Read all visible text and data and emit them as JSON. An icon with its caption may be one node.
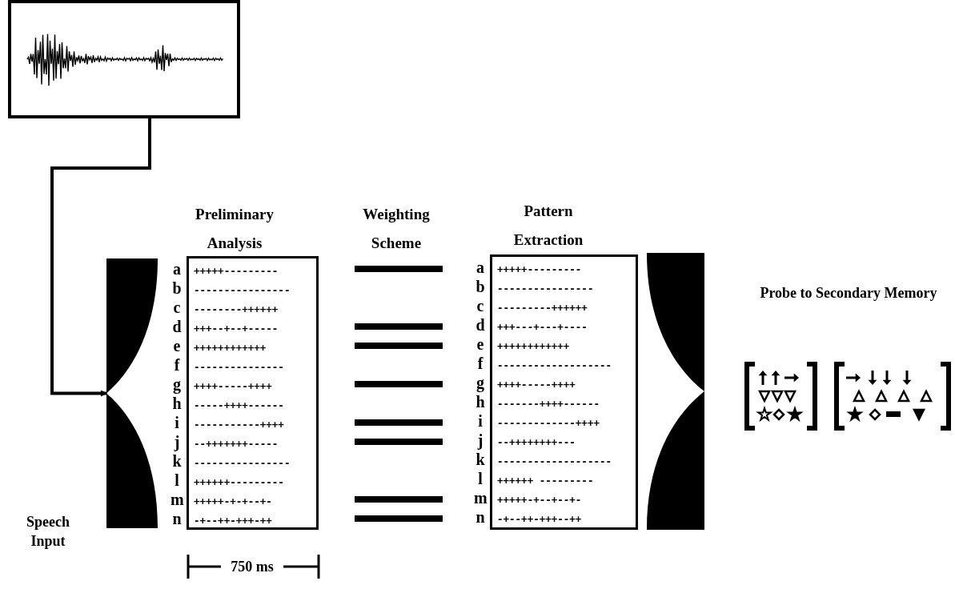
{
  "diagram": {
    "nodes": [
      {
        "text": [],
        "shape": "picture"
      },
      {
        "text": [],
        "shape": "picture"
      },
      {
        "text": [
          "Preliminary Analysis",
          "+++++---------",
          "----------------",
          "--------++++++",
          "+++--+--+-----",
          "++++++++++++",
          "---------------",
          "++++-----++++",
          "-----++++------",
          "-----------++++",
          "--+++++++-----",
          "----------------",
          "++++++---------",
          "+++++-+-+--+-",
          "-+--++-+++-++"
        ],
        "beside": [
          "a",
          "b",
          "c",
          "d",
          "e",
          "f",
          "g",
          "h",
          "i",
          "j",
          "k",
          "l",
          "m",
          "n"
        ]
      },
      {
        "text": [
          "Weighting Scheme"
        ]
      },
      {
        "text": [
          "Pattern Extraction",
          "+++++---------",
          "----------------",
          "---------++++++",
          "+++---+---+----",
          "++++++++++++",
          "-------------------",
          "++++-----++++",
          "-------++++------",
          "-------------++++",
          "--++++++++---",
          "-------------------",
          "++++++ ---------",
          "+++++-+--+--+-",
          "-+--++-+++--++"
        ],
        "beside": [
          "a",
          "b",
          "c",
          "d",
          "e",
          "f",
          "g",
          "h",
          "i",
          "j",
          "k",
          "l",
          "m",
          "n"
        ]
      },
      {
        "text": [],
        "shape": "picture"
      }
    ],
    "edges": [
      {
        "from": 0,
        "to": 1,
        "arrow": "to"
      }
    ],
    "labels": [
      "Speech Input",
      "Probe to Secondary Memory",
      "750 ms"
    ]
  }
}
